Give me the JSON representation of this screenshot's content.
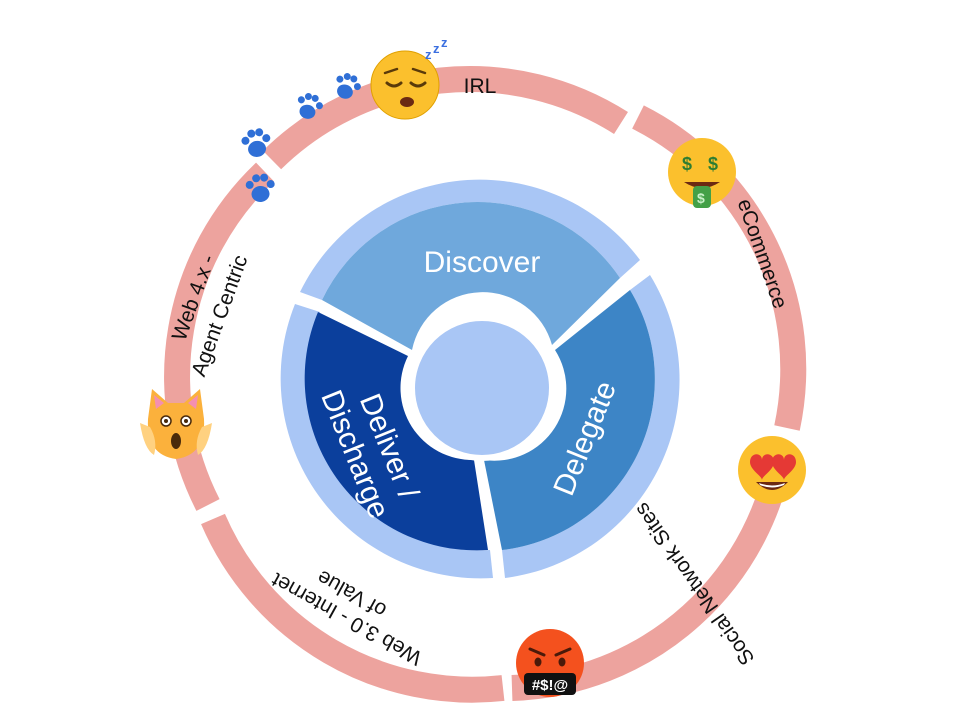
{
  "outer_ring": {
    "segments": [
      {
        "id": "irl",
        "label_lines": [
          "IRL"
        ],
        "emoji": "sleeping-face"
      },
      {
        "id": "ecommerce",
        "label_lines": [
          "eCommerce"
        ],
        "emoji": "money-mouth-face"
      },
      {
        "id": "social",
        "label_lines": [
          "Social Network Sites"
        ],
        "emoji": "heart-eyes-face"
      },
      {
        "id": "web3",
        "label_lines": [
          "Web 3.0 - Internet",
          "of Value"
        ],
        "emoji": "cursing-face"
      },
      {
        "id": "web4",
        "label_lines": [
          "Web 4.x -",
          "Agent Centric"
        ],
        "emoji": "weary-cat-face"
      }
    ],
    "paw_prints": 4,
    "emoji_text": {
      "cursing": "#$!@"
    }
  },
  "inner_ring": {
    "segments": [
      {
        "id": "discover",
        "label": "Discover"
      },
      {
        "id": "delegate",
        "label": "Delegate"
      },
      {
        "id": "deliver",
        "label_lines": [
          "Deliver /",
          "Discharge"
        ]
      }
    ]
  },
  "colors": {
    "outer_ring": "#eda39e",
    "inner_band": "#a9c6f5",
    "discover": "#6fa8dc",
    "delegate": "#3d85c6",
    "deliver": "#0b3f9c",
    "hub": "#a9c6f5",
    "paw": "#2f6fd6"
  }
}
